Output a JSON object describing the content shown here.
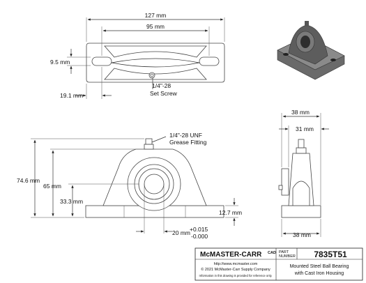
{
  "dims": {
    "overall_length": "127 mm",
    "bolt_spacing": "95 mm",
    "slot_width": "9.5 mm",
    "base_width_offset": "19.1 mm",
    "height_overall": "74.6 mm",
    "height_housing": "65 mm",
    "center_height": "33.3 mm",
    "base_thickness": "12.7 mm",
    "bore": "20 mm",
    "bore_tol_plus": "+0.015",
    "bore_tol_minus": "-0.000",
    "side_width_top": "38 mm",
    "side_width_inner": "31 mm",
    "side_width_bottom": "38 mm"
  },
  "notes": {
    "set_screw_line1": "1/4\"-28",
    "set_screw_line2": "Set Screw",
    "grease_line1": "1/4\"-28 UNF",
    "grease_line2": "Grease Fitting"
  },
  "title_block": {
    "brand": "McMASTER-CARR",
    "cad": "CAD",
    "part_label_1": "PART",
    "part_label_2": "NUMBER",
    "part_number": "7835T51",
    "url": "http://www.mcmaster.com",
    "copyright": "© 2021 McMaster-Carr Supply Company",
    "disclaimer": "Information in this drawing is provided for reference only.",
    "description_1": "Mounted Steel Ball Bearing",
    "description_2": "with Cast Iron Housing"
  }
}
